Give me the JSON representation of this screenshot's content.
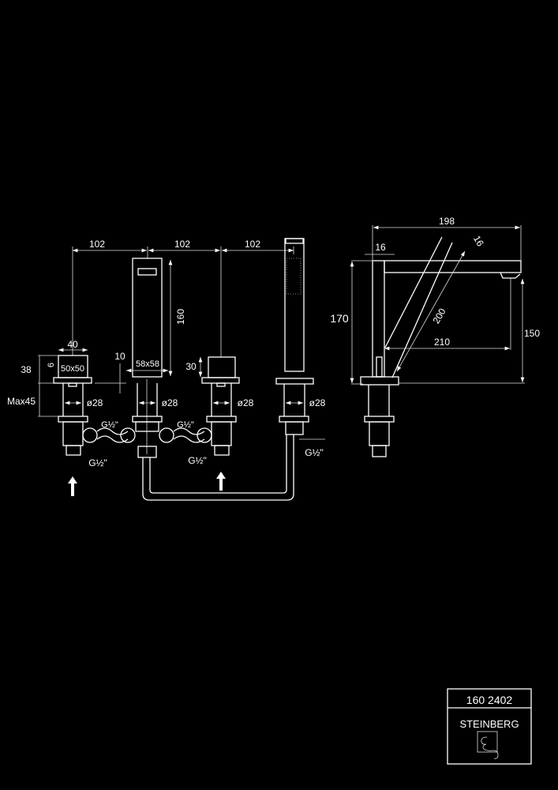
{
  "drawing": {
    "front_view": {
      "spacing_labels": [
        "102",
        "102",
        "102"
      ],
      "spout_height": "160",
      "handle_width": "40",
      "handle_size": "50x50",
      "handle_height": "38",
      "handle_gap": "6",
      "deck_thickness": "Max45",
      "spout_gap": "10",
      "spout_size": "58x58",
      "diverter_height": "30",
      "stem_diameters": [
        "ø28",
        "ø28",
        "ø28",
        "ø28"
      ],
      "connection_labels": [
        "G½\"",
        "G½\"",
        "G½\"",
        "G½\"",
        "G½\""
      ]
    },
    "side_view": {
      "overall_length": "198",
      "body_width": "16",
      "spout_thickness": "16",
      "overall_height": "170",
      "outlet_height": "150",
      "projection": "210",
      "diagonal_length": "200"
    }
  },
  "title_block": {
    "article_number": "160 2402",
    "brand": "STEINBERG"
  }
}
